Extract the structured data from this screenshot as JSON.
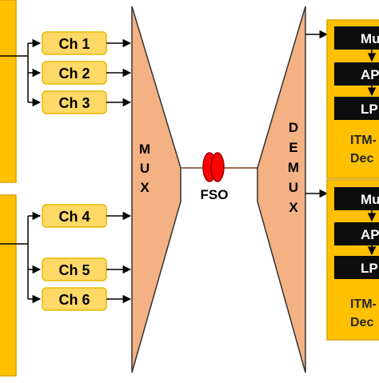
{
  "channels": [
    "Ch 1",
    "Ch 2",
    "Ch 3",
    "Ch 4",
    "Ch 5",
    "Ch 6"
  ],
  "mux_label": "MUX",
  "demux_label": "DEMUX",
  "fso_label": "FSO",
  "decoders": [
    {
      "blocks": [
        "Mu",
        "AP",
        "LP"
      ],
      "title_line1": "ITM-",
      "title_line2": "Dec"
    },
    {
      "blocks": [
        "Mu",
        "AP",
        "LP"
      ],
      "title_line1": "ITM-",
      "title_line2": "Dec"
    }
  ],
  "colors": {
    "yellow": "#FFC000",
    "channel_fill": "#FFD966",
    "channel_stroke": "#E6B800",
    "mux_fill": "#F4B183",
    "black_block": "#0D0D0D",
    "lens": "#FF0000",
    "decoder_text": "#262626"
  }
}
